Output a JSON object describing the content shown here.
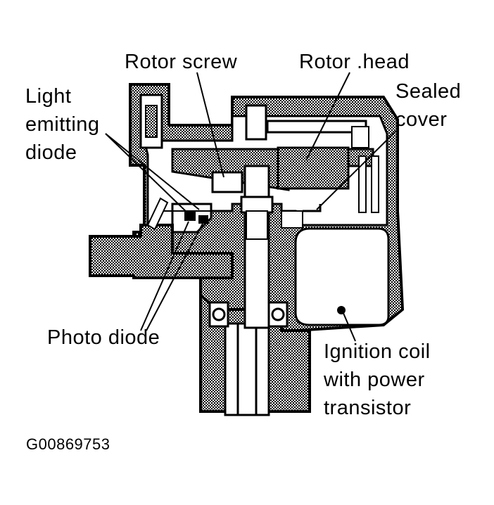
{
  "labels": {
    "rotor_screw": "Rotor screw",
    "rotor_head": "Rotor .head",
    "sealed_cover": [
      "Sealed",
      "cover"
    ],
    "light_emitting_diode": [
      "Light",
      "emitting",
      "diode"
    ],
    "photo_diode": "Photo diode",
    "ignition_coil": [
      "Ignition coil",
      "with power",
      "transistor"
    ]
  },
  "figure_id": "G00869753",
  "colors": {
    "ink": "#000000",
    "paper": "#ffffff"
  }
}
